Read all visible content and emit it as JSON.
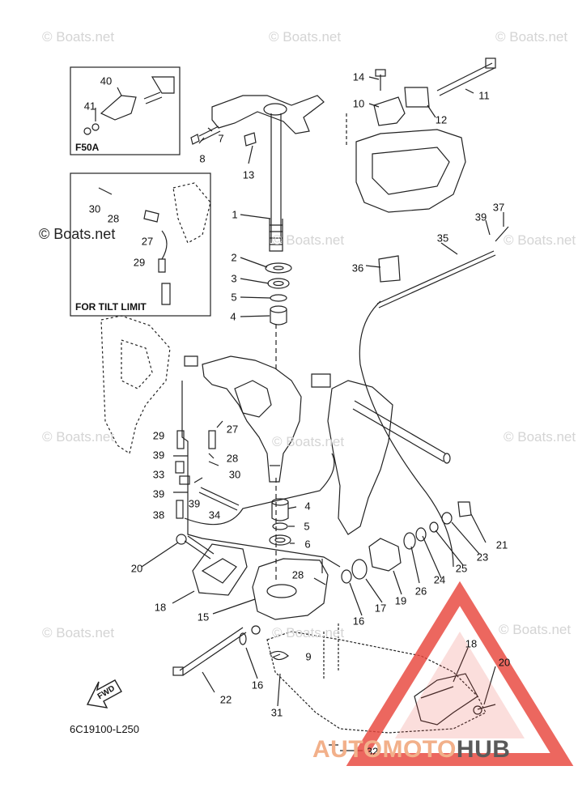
{
  "watermarks": {
    "text": "© Boats.net",
    "highlighted_text": "© Boats.net"
  },
  "inset_boxes": {
    "f50a_label": "F50A",
    "tilt_limit_label": "FOR TILT LIMIT"
  },
  "reference_code": "6C19100-L250",
  "fwd_label": "FWD",
  "brand_logo": {
    "part1": "AUTOMOTO",
    "part2": "HUB",
    "color_accent": "#e8463c",
    "color_text_light": "#f2b08a",
    "color_text_dark": "#5a5a5a"
  },
  "callouts": [
    "1",
    "2",
    "3",
    "4",
    "5",
    "6",
    "7",
    "8",
    "9",
    "10",
    "11",
    "12",
    "13",
    "14",
    "15",
    "16",
    "17",
    "18",
    "19",
    "20",
    "21",
    "22",
    "23",
    "24",
    "25",
    "26",
    "27",
    "28",
    "29",
    "30",
    "31",
    "32",
    "33",
    "34",
    "35",
    "36",
    "37",
    "38",
    "39",
    "40",
    "41"
  ],
  "colors": {
    "line": "#222222",
    "watermark": "#d4d4d4"
  }
}
